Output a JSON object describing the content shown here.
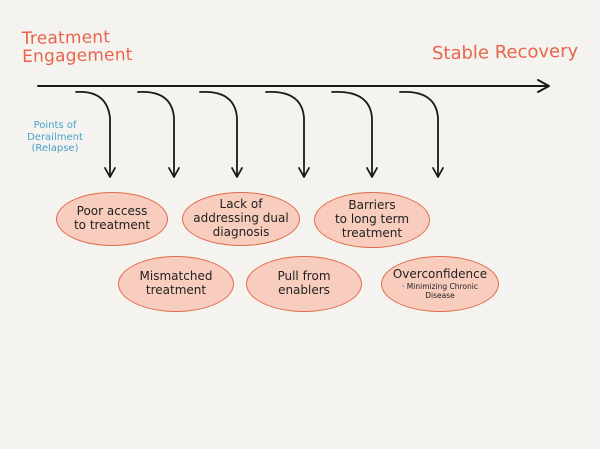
{
  "diagram": {
    "start_label": [
      "Treatment",
      "Engagement"
    ],
    "end_label": "Stable Recovery",
    "side_label": [
      "Points of",
      "Derailment",
      "(Relapse)"
    ],
    "colors": {
      "accent": "#e8644a",
      "side_text": "#4aa3c9",
      "oval_fill": "#f8cdbd",
      "oval_stroke": "#e06a4c",
      "ink": "#222222",
      "background": "#f5f3ef"
    },
    "bubbles": [
      {
        "lines": [
          "Poor access",
          "to treatment"
        ]
      },
      {
        "lines": [
          "Lack of",
          "addressing dual",
          "diagnosis"
        ]
      },
      {
        "lines": [
          "Barriers",
          "to long term",
          "treatment"
        ]
      },
      {
        "lines": [
          "Mismatched",
          "treatment"
        ]
      },
      {
        "lines": [
          "Pull from",
          "enablers"
        ]
      },
      {
        "lines": [
          "Overconfidence"
        ],
        "note": [
          "· Minimizing Chronic",
          "Disease"
        ]
      }
    ]
  }
}
